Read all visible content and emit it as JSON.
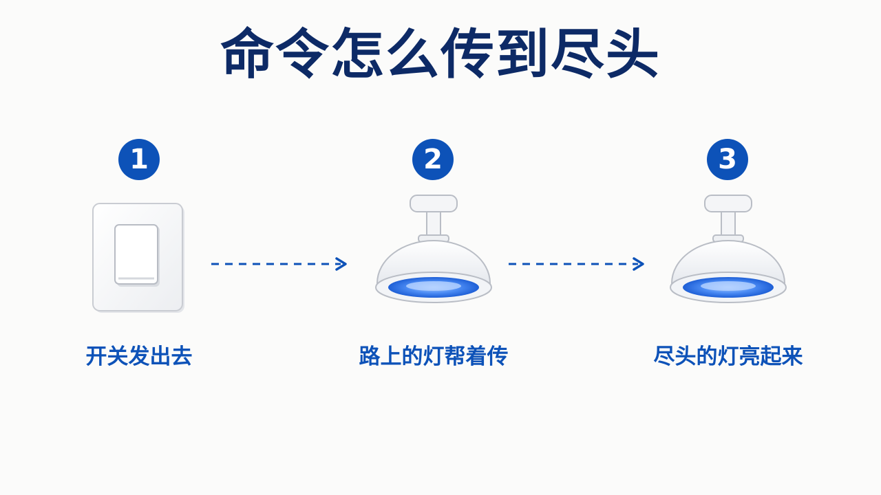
{
  "title": "命令怎么传到尽头",
  "steps": [
    {
      "number": "1",
      "label": "开关发出去",
      "icon": "light-switch-icon"
    },
    {
      "number": "2",
      "label": "路上的灯帮着传",
      "icon": "ceiling-lamp-icon"
    },
    {
      "number": "3",
      "label": "尽头的灯亮起来",
      "icon": "ceiling-lamp-icon"
    }
  ],
  "colors": {
    "title": "#0d2a66",
    "accent": "#0d52b8",
    "lamp_glow": "#3d7ef0"
  }
}
